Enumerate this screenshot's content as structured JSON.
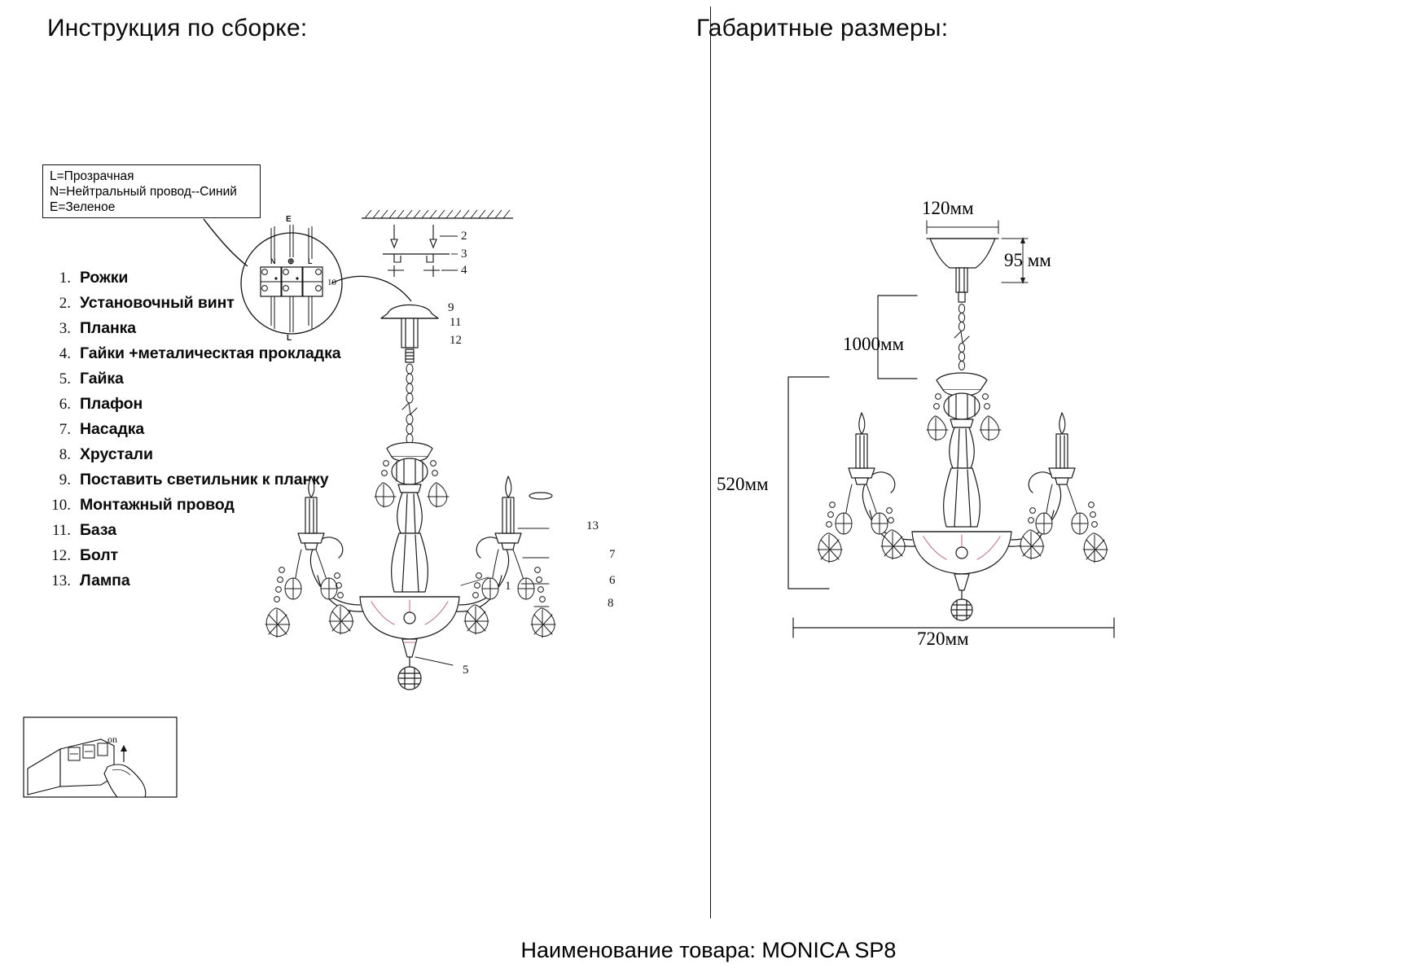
{
  "headers": {
    "left": "Инструкция по сборке:",
    "right": "Габаритные размеры:"
  },
  "bottom_title": "Наименование товара: MONICA SP8",
  "wiring_legend": {
    "lines": [
      "L=Прозрачная",
      "N=Нейтральный провод--Синий",
      "E=Зеленое"
    ],
    "terminal_labels": {
      "top": "E",
      "left": "N",
      "middle": "⊕",
      "right": "L",
      "bottom": "L",
      "wire_number": "10"
    }
  },
  "parts_list": [
    {
      "num": "1.",
      "label": "Рожки"
    },
    {
      "num": "2.",
      "label": "Установочный винт"
    },
    {
      "num": "3.",
      "label": "Планка"
    },
    {
      "num": "4.",
      "label": "Гайки +металическтая прокладка"
    },
    {
      "num": "5.",
      "label": "Гайка"
    },
    {
      "num": "6.",
      "label": "Плафон"
    },
    {
      "num": "7.",
      "label": "Насадка"
    },
    {
      "num": "8.",
      "label": "Хрустали"
    },
    {
      "num": "9.",
      "label": "Поставить светильник к планку"
    },
    {
      "num": "10.",
      "label": "Монтажный провод"
    },
    {
      "num": "11.",
      "label": "База"
    },
    {
      "num": "12.",
      "label": "Болт"
    },
    {
      "num": "13.",
      "label": "Лампа"
    }
  ],
  "assembly_callouts": [
    {
      "id": "c2",
      "text": "2"
    },
    {
      "id": "c3",
      "text": "3"
    },
    {
      "id": "c4",
      "text": "4"
    },
    {
      "id": "c9",
      "text": "9"
    },
    {
      "id": "c11",
      "text": "11"
    },
    {
      "id": "c12",
      "text": "12"
    },
    {
      "id": "c13",
      "text": "13"
    },
    {
      "id": "c7",
      "text": "7"
    },
    {
      "id": "c6",
      "text": "6"
    },
    {
      "id": "c1",
      "text": "1"
    },
    {
      "id": "c8",
      "text": "8"
    },
    {
      "id": "c5",
      "text": "5"
    }
  ],
  "switch_figure": {
    "label": "on"
  },
  "dimensions": {
    "canopy_width": "120мм",
    "canopy_height": "95 мм",
    "drop_height": "1000мм",
    "body_height": "520мм",
    "body_width": "720мм"
  },
  "colors": {
    "line": "#1a1a1a",
    "crystal_accent": "#c4708f",
    "text": "#000000"
  }
}
